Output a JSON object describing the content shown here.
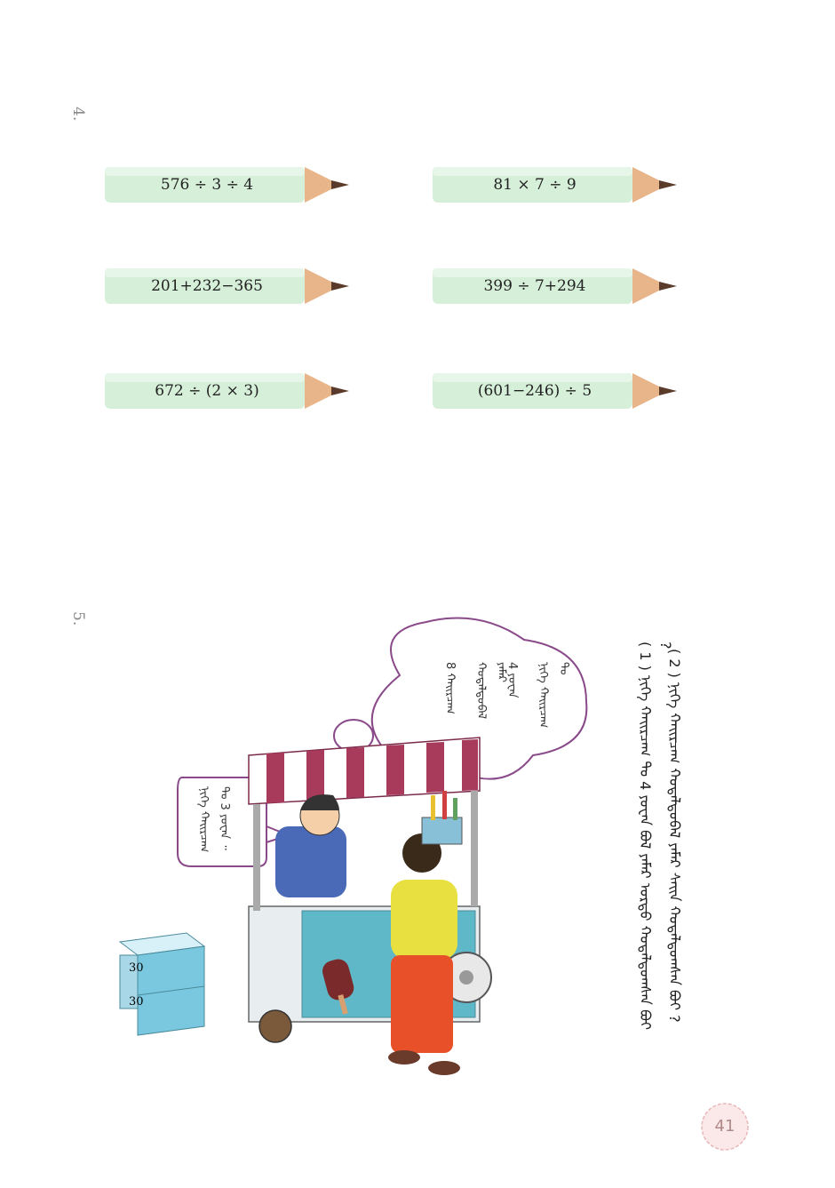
{
  "section4": {
    "number": "4.",
    "expressions": [
      "576 ÷ 3 ÷ 4",
      "81 × 7 ÷ 9",
      "201+232−365",
      "399 ÷ 7+294",
      "672 ÷ (2 × 3)",
      "(601−246) ÷ 5"
    ]
  },
  "section5": {
    "number": "5.",
    "seller_speech": "ᠨᠢᠭᠡ ᠬᠠᠢᠷᠴᠠᠭ ᠲᠤ 3 ᠶᠤᠸᠠᠨ ᠃",
    "box_labels": [
      "30",
      "30"
    ],
    "thought_lines": [
      "ᠨᠢᠭᠡ ᠬᠠᠢᠷᠴᠠᠭ ᠲᠤ",
      "4 ᠶᠤᠸᠠᠨ",
      "ᠬᠤᠳᠠᠯᠳᠤᠪᠠᠯ ᠶᠠᠮᠠᠷ",
      "8 ᠬᠠᠢᠷᠴᠠᠭ"
    ],
    "question1": "( 1 ) ᠨᠢᠭᠡ ᠬᠠᠢᠷᠴᠠᠭ ᠲᠤ 4 ᠶᠤᠸᠠᠨ ᠪᠤᠯ ᠶᠠᠮᠠᠷ ᠤᠷᠳᠤ ᠬᠤᠳᠠᠯᠳᠤᠭᠰᠠᠨ ᠪᠤᠢ ?",
    "question2": "( 2 ) ᠨᠢᠭᠡ ᠬᠠᠢᠷᠴᠠᠭ ᠬᠤᠳᠠᠯᠳᠤᠪᠠᠯ ᠶᠠᠮᠠᠷ ᠰᠠᠢᠨ ᠬᠤᠳᠠᠯᠳᠤᠭᠰᠠᠨ ᠪᠤᠢ ?"
  },
  "page_number": "41"
}
